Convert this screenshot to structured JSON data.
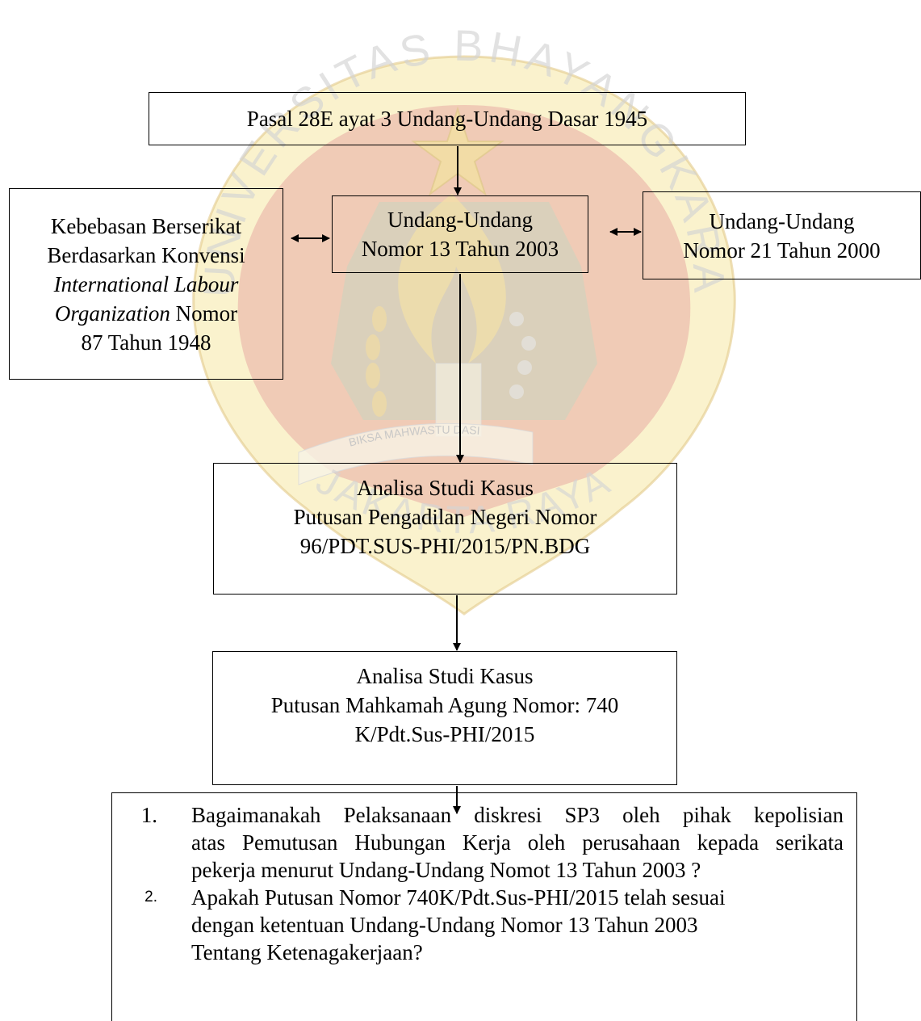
{
  "nodes": {
    "top": {
      "line1": "Pasal 28E ayat 3 Undang-Undang Dasar 1945"
    },
    "left": {
      "line1": "Kebebasan Berserikat",
      "line2": "Berdasarkan Konvensi",
      "line3_italic": "International Labour",
      "line4_italic": "Organization",
      "line4_rest": " Nomor",
      "line5": "87 Tahun 1948"
    },
    "center": {
      "line1": "Undang-Undang",
      "line2": "Nomor 13 Tahun 2003"
    },
    "right": {
      "line1": "Undang-Undang",
      "line2": "Nomor 21 Tahun 2000"
    },
    "pn": {
      "line1": "Analisa Studi Kasus",
      "line2": "Putusan Pengadilan Negeri Nomor",
      "line3": "96/PDT.SUS-PHI/2015/PN.BDG"
    },
    "ma": {
      "line1": "Analisa Studi Kasus",
      "line2": "Putusan Mahkamah Agung Nomor: 740",
      "line3": "K/Pdt.Sus-PHI/2015"
    }
  },
  "questions": [
    {
      "number": "1.",
      "lines": [
        "Bagaimanakah Pelaksanaan diskresi SP3 oleh pihak kepolisian",
        "atas Pemutusan Hubungan Kerja oleh perusahaan kepada serikata",
        "pekerja menurut Undang-Undang Nomot 13 Tahun 2003 ?"
      ]
    },
    {
      "number": "2.",
      "lines": [
        "Apakah Putusan Nomor 740K/Pdt.Sus-PHI/2015 telah sesuai",
        "dengan ketentuan Undang-Undang Nomor 13 Tahun 2003",
        "Tentang Ketenagakerjaan?"
      ]
    }
  ],
  "watermark": {
    "text_top": "UNIVERSITAS BHAYANGKARA",
    "text_ribbon": "BIKSA MAHWASTU DASI",
    "text_bottom": "JAKARTA RAYA",
    "colors": {
      "red": "#e8a49b",
      "yellow": "#f2dca0",
      "green": "#b9ccb2",
      "grey": "#dddddd"
    }
  }
}
